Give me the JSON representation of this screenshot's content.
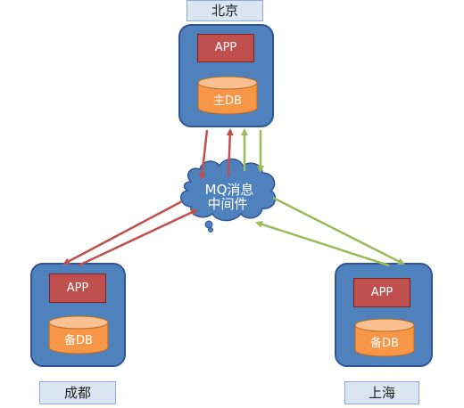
{
  "nodes": {
    "beijing": {
      "city": "北京",
      "app": "APP",
      "db": "主DB"
    },
    "chengdu": {
      "city": "成都",
      "app": "APP",
      "db": "备DB"
    },
    "shanghai": {
      "city": "上海",
      "app": "APP",
      "db": "备DB"
    }
  },
  "mq": {
    "line1": "MQ消息",
    "line2": "中间件"
  },
  "colors": {
    "node_fill": "#4f81bd",
    "app_fill": "#c0504d",
    "db_fill": "#f79646",
    "label_fill": "#dbe5f1",
    "arrow_red": "#c0504d",
    "arrow_green": "#9bbb59"
  }
}
